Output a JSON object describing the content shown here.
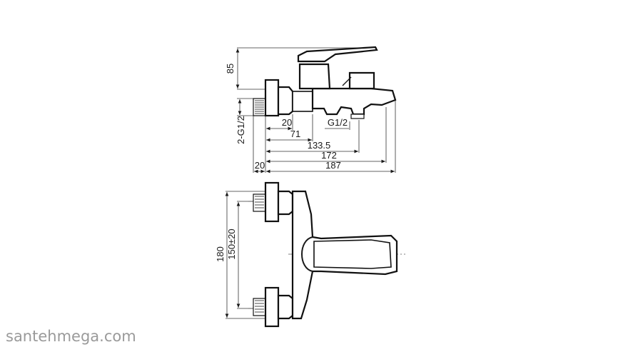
{
  "watermark": "santehmega.com",
  "side_view": {
    "dims": {
      "height": "85",
      "thread_inlet": "2-G1/2",
      "d20": "20",
      "d71": "71",
      "d133": "133.5",
      "d172": "172",
      "d187": "187",
      "d20_left": "20",
      "outlet_thread": "G1/2"
    }
  },
  "top_view": {
    "dims": {
      "overall": "180",
      "centers": "150±20"
    }
  }
}
